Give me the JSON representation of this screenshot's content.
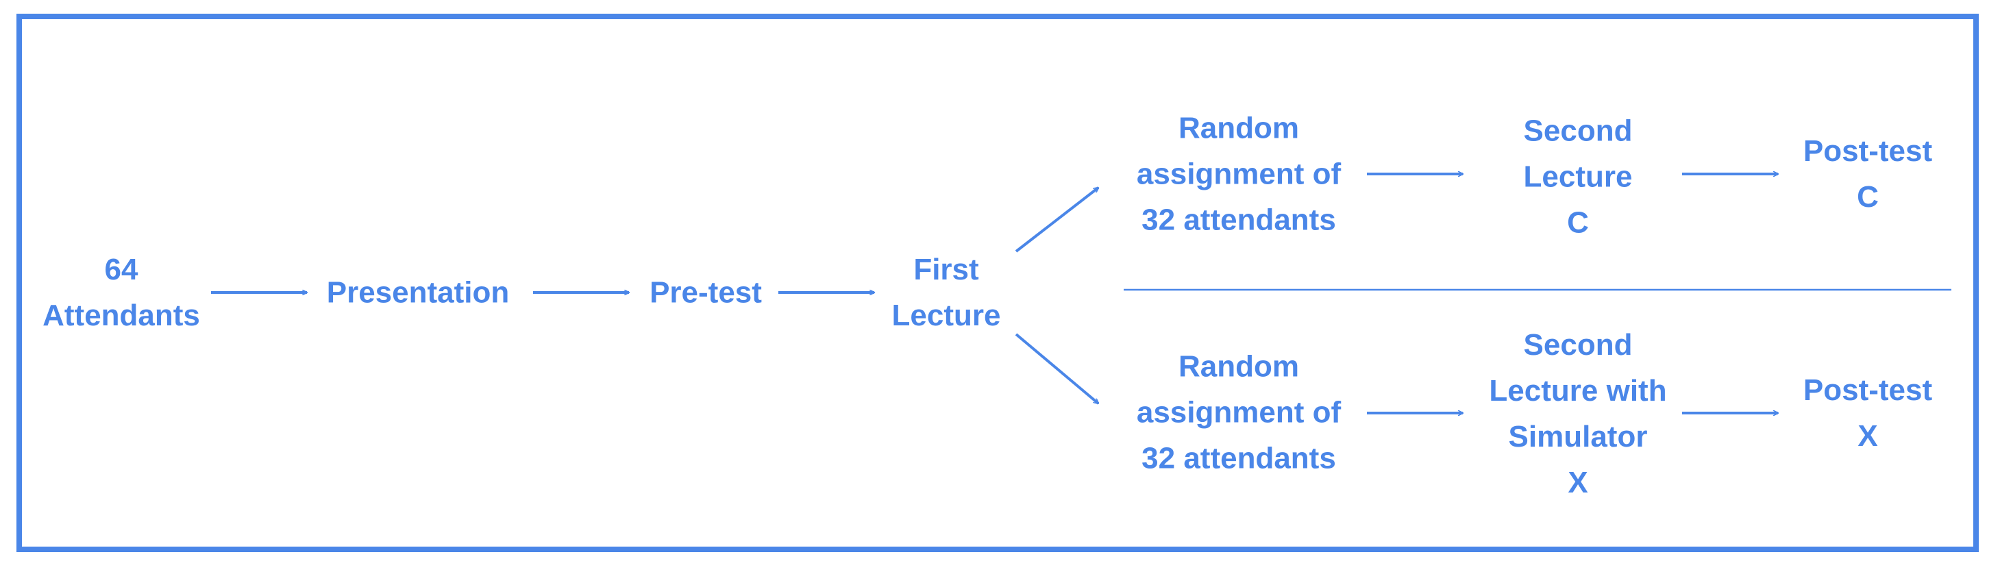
{
  "nodes": {
    "attendants": "64\nAttendants",
    "presentation": "Presentation",
    "pretest": "Pre-test",
    "first_lecture": "First\nLecture",
    "random_top": "Random\nassignment of\n32 attendants",
    "second_lecture_c": "Second\nLecture\nC",
    "posttest_c": "Post-test\nC",
    "random_bottom": "Random\nassignment of\n32 attendants",
    "second_lecture_x": "Second\nLecture with\nSimulator\nX",
    "posttest_x": "Post-test\nX"
  },
  "colors": {
    "accent": "#4A86E8"
  }
}
